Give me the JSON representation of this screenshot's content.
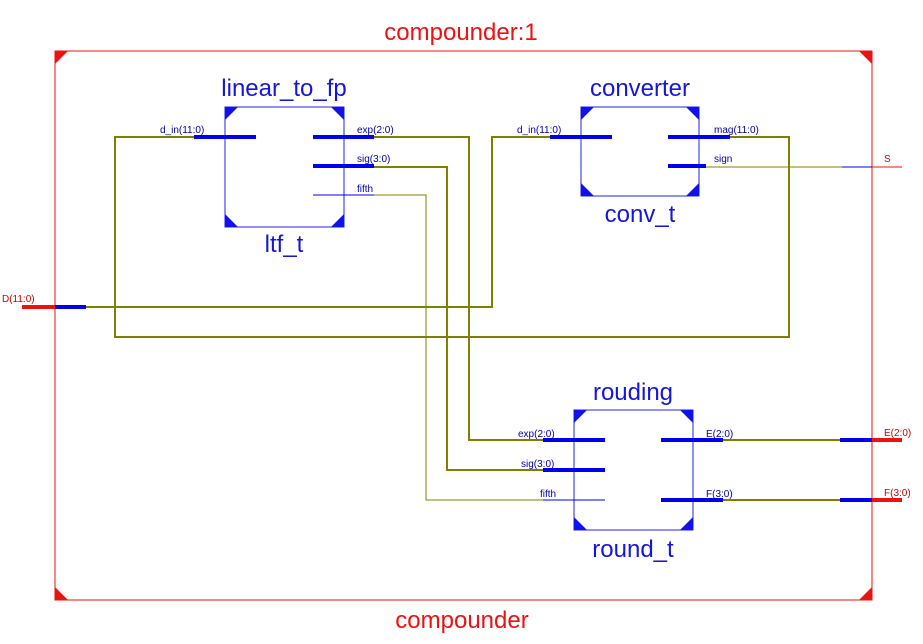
{
  "diagram": {
    "instance_label": "compounder:1",
    "module_label": "compounder",
    "colors": {
      "frame": "#ee1111",
      "block": "#1515dd",
      "wire": "#808000"
    },
    "ports": {
      "d": "D(11:0)",
      "s": "S",
      "e": "E(2:0)",
      "f": "F(3:0)"
    },
    "blocks": {
      "ltf": {
        "name": "linear_to_fp",
        "instance": "ltf_t",
        "pins": {
          "d_in": "d_in(11:0)",
          "exp": "exp(2:0)",
          "sig": "sig(3:0)",
          "fifth": "fifth"
        }
      },
      "conv": {
        "name": "converter",
        "instance": "conv_t",
        "pins": {
          "d_in": "d_in(11:0)",
          "mag": "mag(11:0)",
          "sign": "sign"
        }
      },
      "round": {
        "name": "rouding",
        "instance": "round_t",
        "pins": {
          "exp": "exp(2:0)",
          "sig": "sig(3:0)",
          "fifth": "fifth",
          "e": "E(2:0)",
          "f": "F(3:0)"
        }
      }
    }
  }
}
